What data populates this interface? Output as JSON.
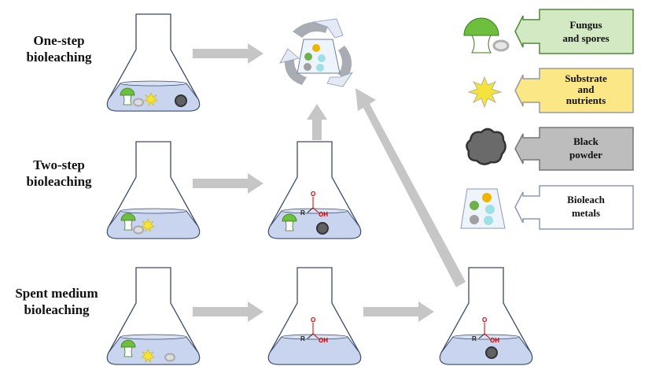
{
  "rows": [
    {
      "label_line1": "One-step",
      "label_line2": "bioleaching"
    },
    {
      "label_line1": "Two-step",
      "label_line2": "bioleaching"
    },
    {
      "label_line1": "Spent medium",
      "label_line2": "bioleaching"
    }
  ],
  "acid": {
    "r": "R",
    "o": "O",
    "oh": "OH"
  },
  "legend": [
    {
      "line1": "Fungus",
      "line2": "and spores",
      "color": "#d2e9c4",
      "border": "#4f8a37"
    },
    {
      "line1": "Substrate",
      "line2": "and",
      "line3": "nutrients",
      "color": "#fbe786",
      "border": "#9a9a9a"
    },
    {
      "line1": "Black",
      "line2": "powder",
      "color": "#bdbdbd",
      "border": "#777777"
    },
    {
      "line1": "Bioleach",
      "line2": "metals",
      "color": "#ffffff",
      "border": "#8a9ab5"
    }
  ],
  "colors": {
    "arrow": "#c6c6c6",
    "fungus": "#6fbf3f",
    "liquid": "#c9d5ee"
  }
}
